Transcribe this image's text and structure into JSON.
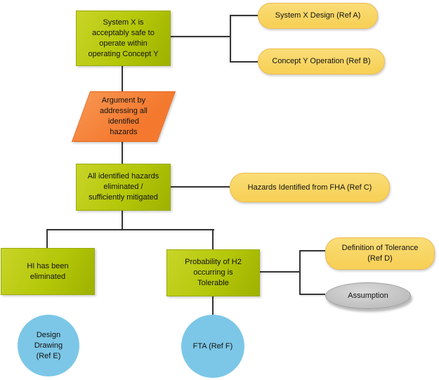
{
  "colors": {
    "goal_fill_light": "#c8d428",
    "goal_fill_mid": "#b4c708",
    "goal_fill_dark": "#9eb100",
    "goal_border": "#9aaa06",
    "context_fill_light": "#fadd78",
    "context_fill": "#f7d158",
    "context_border": "#eebb4e",
    "strategy_fill_light": "#f7934e",
    "strategy_fill": "#f4792e",
    "strategy_border": "#e2671c",
    "evidence_fill": "#7cc7e7",
    "assumption_fill": "#bfbfbf",
    "assumption_border": "#9c9c9c",
    "connector": "#363636"
  },
  "nodes": {
    "goal_top": {
      "type": "goal",
      "label": "System X is\nacceptably safe to\noperate within\noperating Concept Y"
    },
    "context_a": {
      "type": "context",
      "label": "System X Design (Ref A)"
    },
    "context_b": {
      "type": "context",
      "label": "Concept Y Operation (Ref B)"
    },
    "strategy": {
      "type": "strategy",
      "label": "Argument by\naddressing all\nidentified\nhazards"
    },
    "goal_mid": {
      "type": "goal",
      "label": "All identified hazards\neliminated /\nsufficiently mitigated"
    },
    "context_c": {
      "type": "context",
      "label": "Hazards Identified from FHA (Ref C)"
    },
    "goal_h1": {
      "type": "goal",
      "label": "HI has been\neliminated"
    },
    "goal_h2": {
      "type": "goal",
      "label": "Probability of H2\noccurring is\nTolerable"
    },
    "context_d": {
      "type": "context",
      "label": "Definition of Tolerance\n(Ref D)"
    },
    "assumption": {
      "type": "assumption",
      "label": "Assumption"
    },
    "evidence_e": {
      "type": "evidence",
      "label": "Design\nDrawing\n(Ref E)"
    },
    "evidence_f": {
      "type": "evidence",
      "label": "FTA (Ref F)"
    }
  }
}
